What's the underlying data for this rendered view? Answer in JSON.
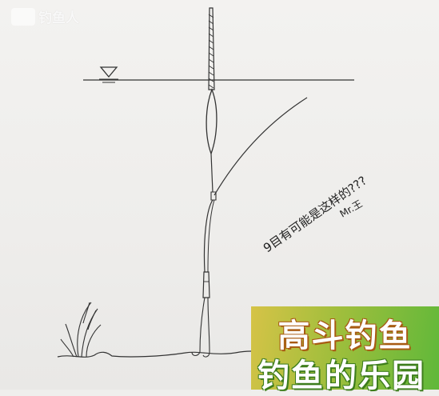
{
  "watermark": {
    "text": "钓鱼人",
    "icon": "fish-logo-icon"
  },
  "sketch": {
    "note_line1": "9目有可能是这样的???",
    "signature": "Mr.王"
  },
  "banner": {
    "line1": "高斗钓鱼",
    "line2": "钓鱼的乐园",
    "colors": {
      "start": "#d6c347",
      "end": "#5fb83a"
    }
  },
  "colors": {
    "paper": "#efeeec",
    "ink": "#222222"
  }
}
